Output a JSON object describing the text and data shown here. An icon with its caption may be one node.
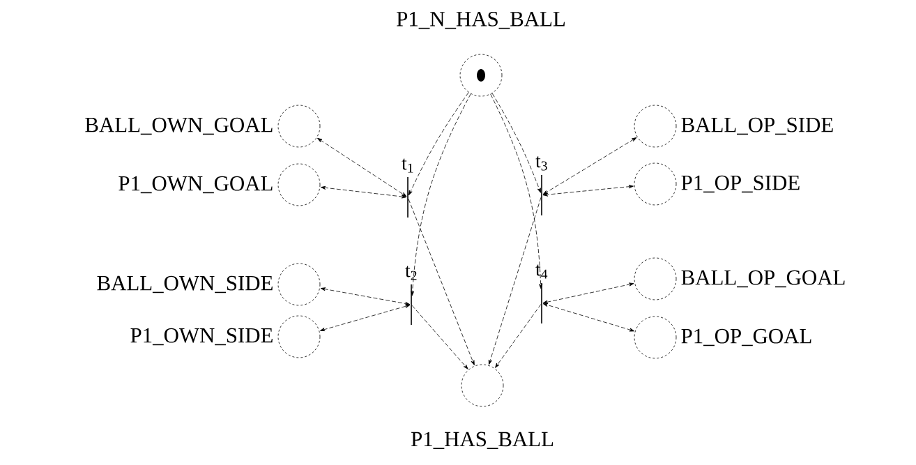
{
  "diagram": {
    "nodes": [
      {
        "text": [
          "P1_N_HAS_BALL"
        ]
      },
      {
        "text": [
          "BALL_OWN_GOAL"
        ]
      },
      {
        "text": [
          "P1_OWN_GOAL"
        ]
      },
      {
        "text": [
          "t$_{1}$"
        ]
      },
      {
        "text": [
          "t$_{3}$"
        ]
      },
      {
        "text": [
          "BALL_OP_SIDE"
        ]
      },
      {
        "text": [
          "P1_OP_SIDE"
        ]
      },
      {
        "text": [
          "BALL_OWN_SIDE"
        ]
      },
      {
        "text": [
          "P1_OWN_SIDE"
        ]
      },
      {
        "text": [
          "t$_{2}$"
        ]
      },
      {
        "text": [
          "t$_{4}$"
        ]
      },
      {
        "text": [
          "BALL_OP_GOAL"
        ]
      },
      {
        "text": [
          "P1_OP_GOAL"
        ]
      },
      {
        "text": [
          "P1_HAS_BALL"
        ]
      }
    ],
    "edges": [
      {
        "from": 1,
        "to": 3,
        "arrow": "both"
      },
      {
        "from": 2,
        "to": 3,
        "arrow": "both"
      },
      {
        "from": 0,
        "to": 3,
        "arrow": "to"
      },
      {
        "from": 3,
        "to": 13,
        "arrow": "to"
      },
      {
        "from": 7,
        "to": 9,
        "arrow": "both"
      },
      {
        "from": 8,
        "to": 9,
        "arrow": "both"
      },
      {
        "from": 0,
        "to": 9,
        "arrow": "to"
      },
      {
        "from": 9,
        "to": 13,
        "arrow": "to"
      },
      {
        "from": 5,
        "to": 4,
        "arrow": "both"
      },
      {
        "from": 6,
        "to": 4,
        "arrow": "both"
      },
      {
        "from": 0,
        "to": 4,
        "arrow": "to"
      },
      {
        "from": 4,
        "to": 13,
        "arrow": "to"
      },
      {
        "from": 11,
        "to": 10,
        "arrow": "both"
      },
      {
        "from": 12,
        "to": 10,
        "arrow": "both"
      },
      {
        "from": 0,
        "to": 10,
        "arrow": "to"
      },
      {
        "from": 10,
        "to": 13,
        "arrow": "to"
      }
    ]
  }
}
